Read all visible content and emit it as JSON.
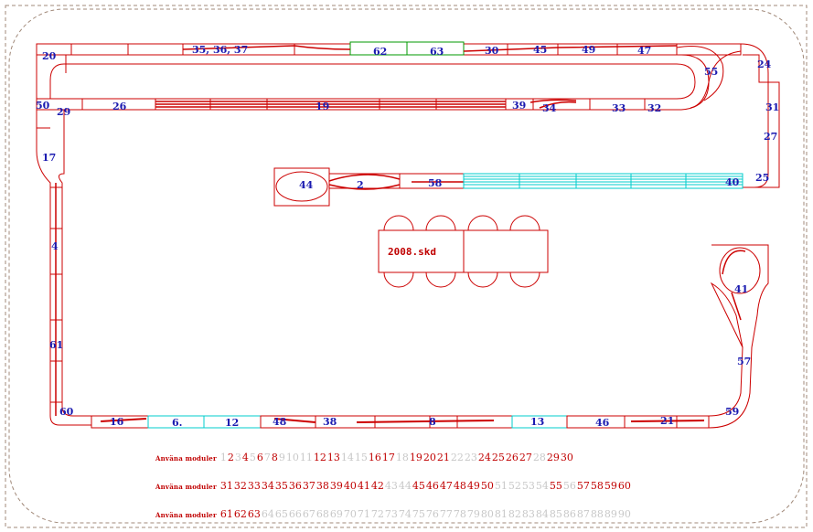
{
  "modules": [
    {
      "id": "m20",
      "label": "20",
      "color": "#1a1ab0"
    },
    {
      "id": "m35",
      "label": "35, 36, 37"
    },
    {
      "id": "m62",
      "label": "62"
    },
    {
      "id": "m63",
      "label": "63"
    },
    {
      "id": "m30",
      "label": "30"
    },
    {
      "id": "m45",
      "label": "45"
    },
    {
      "id": "m49",
      "label": "49"
    },
    {
      "id": "m47",
      "label": "47"
    },
    {
      "id": "m55",
      "label": "55"
    },
    {
      "id": "m24",
      "label": "24"
    },
    {
      "id": "m50",
      "label": "50"
    },
    {
      "id": "m29",
      "label": "29"
    },
    {
      "id": "m26",
      "label": "26"
    },
    {
      "id": "m19",
      "label": "19"
    },
    {
      "id": "m39",
      "label": "39"
    },
    {
      "id": "m34",
      "label": "34"
    },
    {
      "id": "m33",
      "label": "33"
    },
    {
      "id": "m32",
      "label": "32"
    },
    {
      "id": "m31",
      "label": "31"
    },
    {
      "id": "m27",
      "label": "27"
    },
    {
      "id": "m17",
      "label": "17"
    },
    {
      "id": "m44",
      "label": "44"
    },
    {
      "id": "m2",
      "label": "2"
    },
    {
      "id": "m58",
      "label": "58"
    },
    {
      "id": "m40",
      "label": "40"
    },
    {
      "id": "m25",
      "label": "25"
    },
    {
      "id": "m4",
      "label": "4"
    },
    {
      "id": "m41",
      "label": "41"
    },
    {
      "id": "m61",
      "label": "61"
    },
    {
      "id": "m57",
      "label": "57"
    },
    {
      "id": "m60",
      "label": "60"
    },
    {
      "id": "m16",
      "label": "16"
    },
    {
      "id": "m6",
      "label": "6."
    },
    {
      "id": "m12",
      "label": "12"
    },
    {
      "id": "m48",
      "label": "48"
    },
    {
      "id": "m38",
      "label": "38"
    },
    {
      "id": "m8",
      "label": "8"
    },
    {
      "id": "m13",
      "label": "13"
    },
    {
      "id": "m46",
      "label": "46"
    },
    {
      "id": "m21",
      "label": "21"
    },
    {
      "id": "m59",
      "label": "59"
    }
  ],
  "table_label": "2008.skd",
  "legend": {
    "label": "Använa moduler",
    "rows": [
      {
        "numbers": [
          1,
          2,
          3,
          4,
          5,
          6,
          7,
          8,
          9,
          10,
          11,
          12,
          13,
          14,
          15,
          16,
          17,
          18,
          19,
          20,
          21,
          22,
          23,
          24,
          25,
          26,
          27,
          28,
          29,
          30
        ],
        "used": [
          2,
          4,
          6,
          8,
          12,
          13,
          16,
          17,
          19,
          20,
          21,
          24,
          25,
          26,
          27,
          29,
          30
        ]
      },
      {
        "numbers": [
          31,
          32,
          33,
          34,
          35,
          36,
          37,
          38,
          39,
          40,
          41,
          42,
          43,
          44,
          45,
          46,
          47,
          48,
          49,
          50,
          51,
          52,
          53,
          54,
          55,
          56,
          57,
          58,
          59,
          60
        ],
        "used": [
          31,
          32,
          33,
          34,
          35,
          36,
          37,
          38,
          39,
          40,
          41,
          42,
          45,
          46,
          47,
          48,
          49,
          50,
          55,
          57,
          58,
          59,
          60
        ]
      },
      {
        "numbers": [
          61,
          62,
          63,
          64,
          65,
          66,
          67,
          68,
          69,
          70,
          71,
          72,
          73,
          74,
          75,
          76,
          77,
          78,
          79,
          80,
          81,
          82,
          83,
          84,
          85,
          86,
          87,
          88,
          89,
          90
        ],
        "used": [
          61,
          62,
          63
        ]
      }
    ]
  }
}
